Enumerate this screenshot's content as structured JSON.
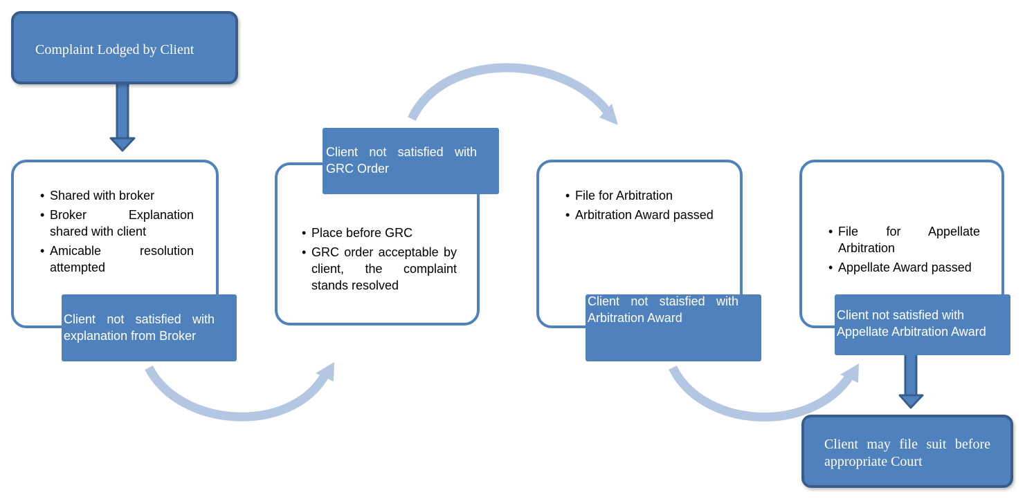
{
  "colors": {
    "box_fill": "#4f81bd",
    "box_border": "#385d8a",
    "arrow_light": "#b3c6e2",
    "text_on_box": "#ffffff"
  },
  "start": {
    "label": "Complaint Lodged by Client"
  },
  "stage1": {
    "items": [
      "Shared with broker",
      "Broker Explanation shared with client",
      "Amicable resolution attempted"
    ],
    "escalation": "Client not satisfied with explanation from Broker"
  },
  "stage2": {
    "items": [
      "Place before GRC",
      "GRC order acceptable by client, the complaint stands resolved"
    ],
    "escalation": "Client not satisfied with GRC Order"
  },
  "stage3": {
    "items": [
      "File for Arbitration",
      "Arbitration Award passed"
    ],
    "escalation": "Client not staisfied with Arbitration Award"
  },
  "stage4": {
    "items": [
      "File for Appellate Arbitration",
      "Appellate Award passed"
    ],
    "escalation": "Client not satisfied with Appellate Arbitration Award"
  },
  "end": {
    "label": "Client may file suit before appropriate Court"
  }
}
